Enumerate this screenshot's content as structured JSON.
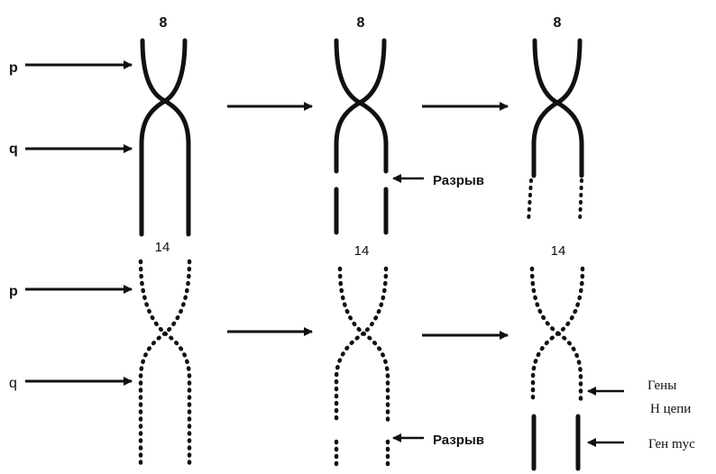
{
  "top_row": {
    "chromosome": "8",
    "arm_p": "p",
    "arm_q": "q",
    "break_label": "Разрыв"
  },
  "bottom_row": {
    "chromosome": "14",
    "arm_p": "p",
    "arm_q": "q",
    "break_label": "Разрыв",
    "genes_h_line1": "Гены",
    "genes_h_line2": "H цепи",
    "gene_myc": "Ген myc"
  },
  "colors": {
    "ink": "#111111",
    "background": "#ffffff"
  }
}
